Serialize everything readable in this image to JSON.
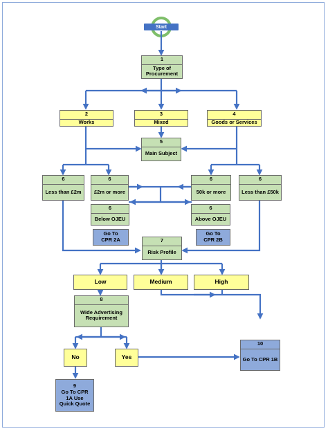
{
  "start": "Start",
  "nodes": {
    "type_of_procurement": {
      "num": "1",
      "label": "Type of Procurement"
    },
    "works": {
      "num": "2",
      "label": "Works"
    },
    "mixed": {
      "num": "3",
      "label": "Mixed"
    },
    "goods_services": {
      "num": "4",
      "label": "Goods or Services"
    },
    "main_subject": {
      "num": "5",
      "label": "Main Subject"
    },
    "less_2m": {
      "num": "6",
      "label": "Less than £2m"
    },
    "more_2m": {
      "num": "6",
      "label": "£2m or more"
    },
    "more_50k": {
      "num": "6",
      "label": "50k or more"
    },
    "less_50k": {
      "num": "6",
      "label": "Less than £50k"
    },
    "below_ojeu": {
      "num": "6",
      "label": "Below OJEU"
    },
    "above_ojeu": {
      "num": "6",
      "label": "Above OJEU"
    },
    "cpr_2a": {
      "label": "Go To CPR 2A"
    },
    "cpr_2b": {
      "label": "Go To CPR 2B"
    },
    "risk_profile": {
      "num": "7",
      "label": "Risk Profile"
    },
    "low": {
      "label": "Low"
    },
    "medium": {
      "label": "Medium"
    },
    "high": {
      "label": "High"
    },
    "wide_advertising": {
      "num": "8",
      "label": "Wide Advertising Requirement"
    },
    "no": {
      "label": "No"
    },
    "yes": {
      "label": "Yes"
    },
    "cpr_1b": {
      "num": "10",
      "label": "Go To CPR 1B"
    },
    "cpr_1a": {
      "num": "9",
      "label": "Go To CPR 1A Use Quick Quote"
    }
  },
  "colors": {
    "arrow": "#4472c4",
    "green": "#c6e0b4",
    "yellow": "#ffff99",
    "blue": "#8eaadb",
    "frame": "#8eaadb"
  }
}
